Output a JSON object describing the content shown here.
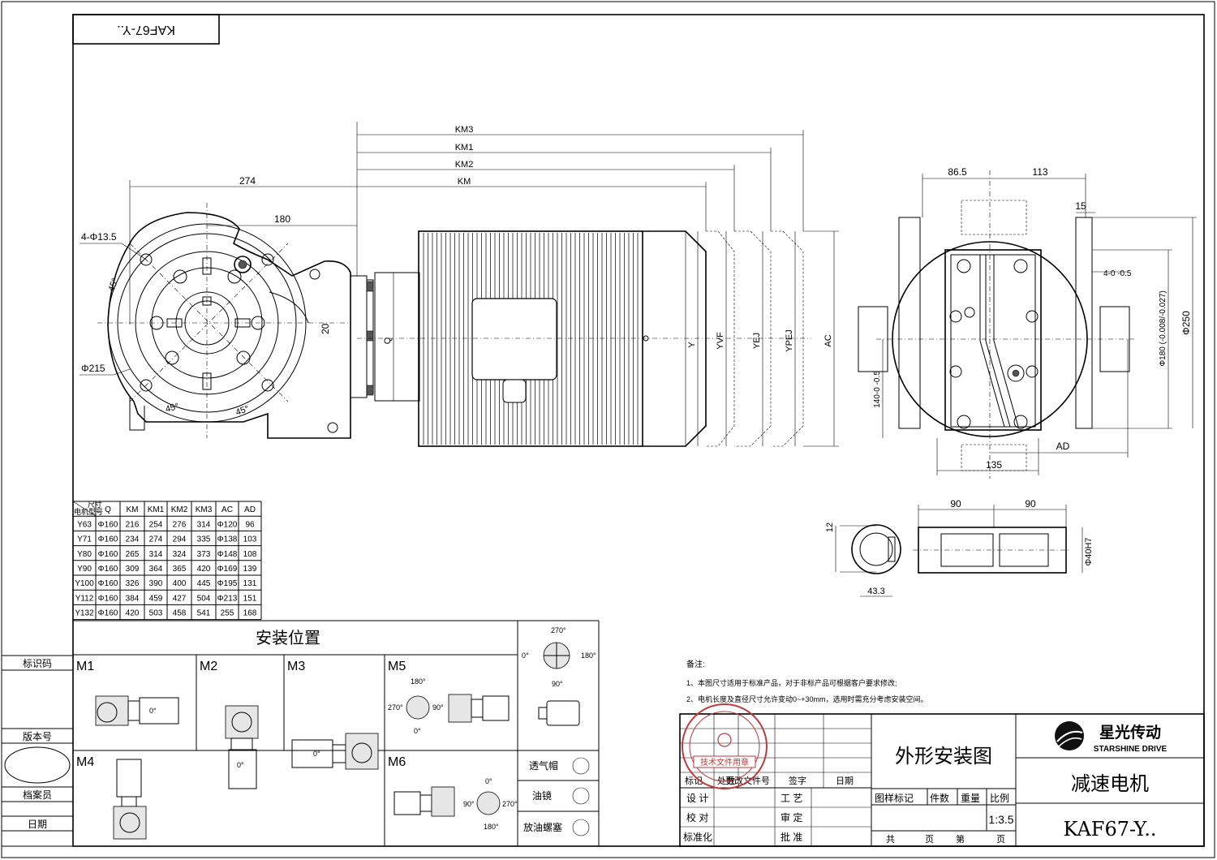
{
  "model_code": "KAF67-Y..",
  "side_view": {
    "dim_274": "274",
    "dim_180": "180",
    "holes": "4-Φ13.5",
    "angle_45_a": "45°",
    "angle_45_b": "45°",
    "angle_45_c": "45°",
    "dim_215": "Φ215",
    "dim_20": "20"
  },
  "motor_view": {
    "km3": "KM3",
    "km1": "KM1",
    "km2": "KM2",
    "km": "KM",
    "q": "Q",
    "y": "Y",
    "yvf": "YVF",
    "yej": "YEJ",
    "ypej": "YPEJ",
    "ac": "AC"
  },
  "flange_view": {
    "dim_86_5": "86.5",
    "dim_113": "113",
    "dim_15": "15",
    "dim_4": "4-0\n-0.5",
    "dim_180": "Φ180 (-0.008/-0.027)",
    "dim_250": "Φ250",
    "dim_140": "140-0\n-0.5",
    "ad": "AD",
    "dim_135": "135"
  },
  "shaft_view": {
    "dim_90a": "90",
    "dim_90b": "90",
    "dim_12": "12",
    "dim_40": "Φ40H7",
    "dim_43_3": "43.3"
  },
  "table": {
    "corner_top": "尺寸",
    "corner_bottom": "电机型号",
    "headers": [
      "Q",
      "KM",
      "KM1",
      "KM2",
      "KM3",
      "AC",
      "AD"
    ],
    "rows": [
      [
        "Y63",
        "Φ160",
        "216",
        "254",
        "276",
        "314",
        "Φ120",
        "96"
      ],
      [
        "Y71",
        "Φ160",
        "234",
        "274",
        "294",
        "335",
        "Φ138",
        "103"
      ],
      [
        "Y80",
        "Φ160",
        "265",
        "314",
        "324",
        "373",
        "Φ148",
        "108"
      ],
      [
        "Y90",
        "Φ160",
        "309",
        "364",
        "365",
        "420",
        "Φ169",
        "139"
      ],
      [
        "Y100",
        "Φ160",
        "326",
        "390",
        "400",
        "445",
        "Φ195",
        "131"
      ],
      [
        "Y112",
        "Φ160",
        "384",
        "459",
        "427",
        "504",
        "Φ213",
        "151"
      ],
      [
        "Y132",
        "Φ160",
        "420",
        "503",
        "458",
        "541",
        "255",
        "168"
      ]
    ]
  },
  "mounting": {
    "title": "安装位置",
    "positions": [
      "M1",
      "M2",
      "M3",
      "M5",
      "M4",
      "M6"
    ],
    "angle_0": "0°",
    "angle_90": "90°",
    "angle_180": "180°",
    "angle_270": "270°",
    "legend": [
      "透气帽",
      "油镜",
      "放油螺塞"
    ]
  },
  "left_strip": {
    "id_code": "标识码",
    "version": "版本号",
    "archivist": "档案员",
    "date": "日期"
  },
  "notes": {
    "title": "备注:",
    "line1": "1、本图尺寸适用于标准产品，对于非标产品可根据客户要求修改;",
    "line2": "2、电机长度及直径尺寸允许变动0~+30mm，选用时需充分考虑安装空间。"
  },
  "title_block": {
    "drawing_name": "外形安装图",
    "product_name": "减速电机",
    "model": "KAF67-Y..",
    "brand_cn": "星光传动",
    "brand_en": "STARSHINE DRIVE",
    "row_labels": [
      "标记",
      "处数",
      "更改文件号",
      "签字",
      "日期"
    ],
    "design": "设 计",
    "check": "校 对",
    "standard": "标准化",
    "process": "工 艺",
    "review": "审 定",
    "approve": "批 准",
    "attrs": [
      "图样标记",
      "件数",
      "重量",
      "比例"
    ],
    "scale": "1:3.5",
    "total": "共",
    "page": "页",
    "sheet": "第",
    "page2": "页",
    "stamp": "技术文件用章"
  }
}
